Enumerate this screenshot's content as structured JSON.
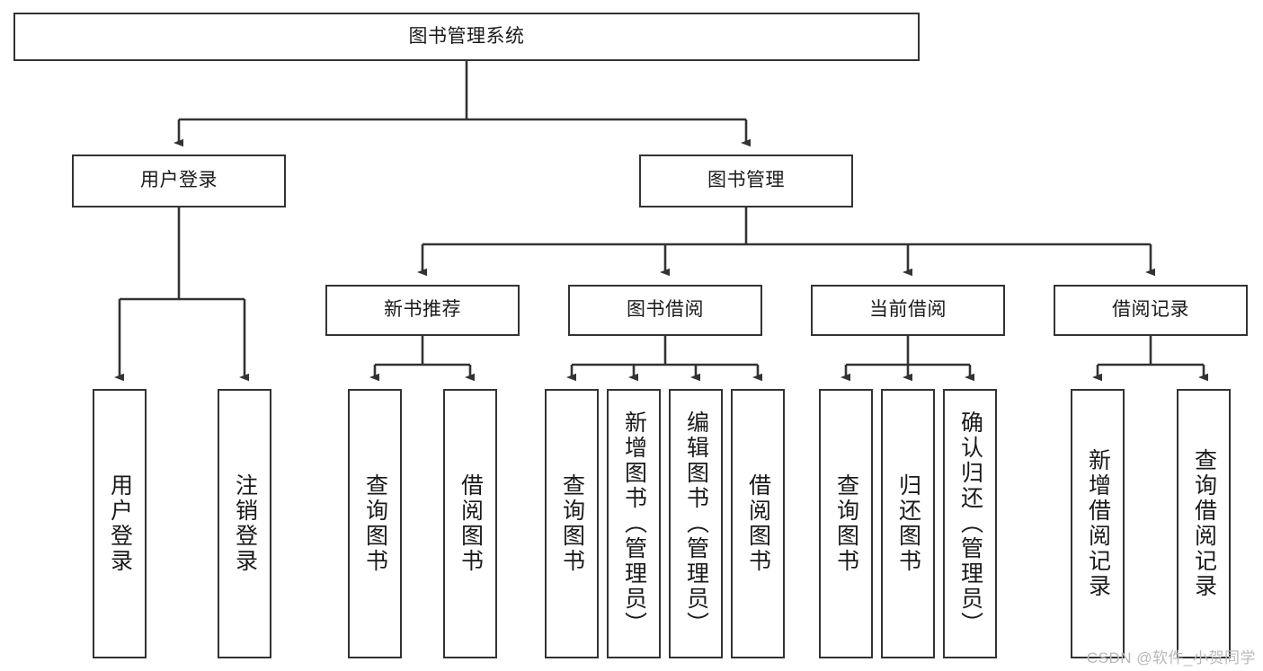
{
  "diagram": {
    "type": "tree",
    "title": "图书管理系统",
    "root": {
      "label": "图书管理系统"
    },
    "level1": [
      {
        "label": "用户登录"
      },
      {
        "label": "图书管理"
      }
    ],
    "level2": [
      {
        "label": "新书推荐"
      },
      {
        "label": "图书借阅"
      },
      {
        "label": "当前借阅"
      },
      {
        "label": "借阅记录"
      }
    ],
    "leaves": {
      "user_login": [
        {
          "label": "用户登录"
        },
        {
          "label": "注销登录"
        }
      ],
      "new_book_recommend": [
        {
          "label": "查询图书"
        },
        {
          "label": "借阅图书"
        }
      ],
      "book_borrow": [
        {
          "label": "查询图书"
        },
        {
          "label": "新增图书（管理员）"
        },
        {
          "label": "编辑图书（管理员）"
        },
        {
          "label": "借阅图书"
        }
      ],
      "current_borrow": [
        {
          "label": "查询图书"
        },
        {
          "label": "归还图书"
        },
        {
          "label": "确认归还（管理员）"
        }
      ],
      "borrow_record": [
        {
          "label": "新增借阅记录"
        },
        {
          "label": "查询借阅记录"
        }
      ]
    }
  },
  "watermark": {
    "text": "CSDN @软件_小贺同学"
  },
  "colors": {
    "border": "#333333",
    "background": "#ffffff",
    "text": "#1a1a1a",
    "watermark": "#b9b9b9"
  }
}
